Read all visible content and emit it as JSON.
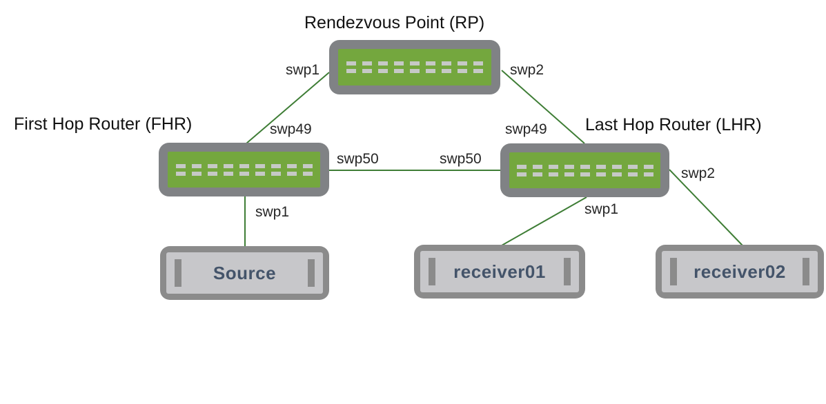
{
  "diagram": {
    "type": "network-topology",
    "colors": {
      "switch_green": "#74a73e",
      "switch_chassis_gray": "#808285",
      "host_gray": "#8b8b8b",
      "host_fill": "#c7c7ca",
      "port_dash_gray": "#c6c9c6",
      "link_green": "#3e7d35",
      "host_text": "#44546a",
      "label_text": "#262626"
    },
    "routers": [
      {
        "id": "rp",
        "title": "Rendezvous Point (RP)"
      },
      {
        "id": "fhr",
        "title": "First Hop Router (FHR)"
      },
      {
        "id": "lhr",
        "title": "Last Hop Router (LHR)"
      }
    ],
    "hosts": [
      {
        "id": "source",
        "label": "Source"
      },
      {
        "id": "receiver01",
        "label": "receiver01"
      },
      {
        "id": "receiver02",
        "label": "receiver02"
      }
    ],
    "links": [
      {
        "from": "fhr",
        "from_port": "swp49",
        "to": "rp",
        "to_port": "swp1"
      },
      {
        "from": "rp",
        "from_port": "swp2",
        "to": "lhr",
        "to_port": "swp49"
      },
      {
        "from": "fhr",
        "from_port": "swp50",
        "to": "lhr",
        "to_port": "swp50"
      },
      {
        "from": "fhr",
        "from_port": "swp1",
        "to": "source",
        "to_port": ""
      },
      {
        "from": "lhr",
        "from_port": "swp1",
        "to": "receiver01",
        "to_port": ""
      },
      {
        "from": "lhr",
        "from_port": "swp2",
        "to": "receiver02",
        "to_port": ""
      }
    ],
    "labels": {
      "rp_title": "Rendezvous Point (RP)",
      "fhr_title": "First Hop Router (FHR)",
      "lhr_title": "Last Hop Router (LHR)",
      "rp_swp1": "swp1",
      "rp_swp2": "swp2",
      "fhr_swp49": "swp49",
      "lhr_swp49": "swp49",
      "fhr_swp50": "swp50",
      "lhr_swp50": "swp50",
      "fhr_swp1": "swp1",
      "lhr_swp1": "swp1",
      "lhr_swp2": "swp2",
      "source": "Source",
      "receiver01": "receiver01",
      "receiver02": "receiver02"
    }
  }
}
